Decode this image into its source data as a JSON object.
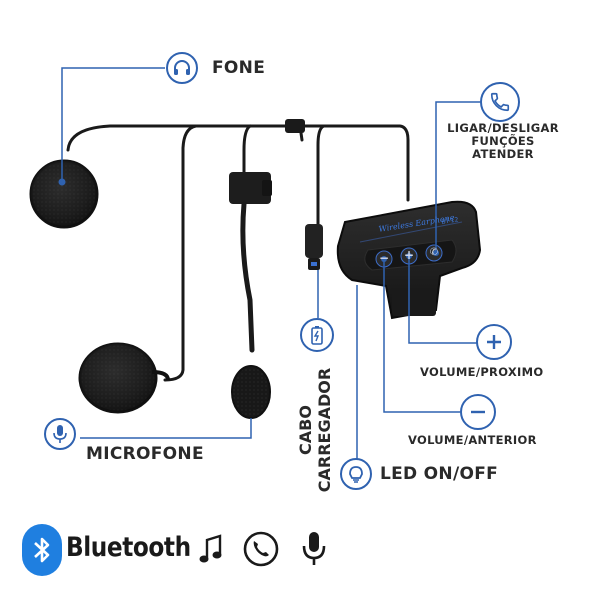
{
  "labels": {
    "fone": "FONE",
    "ligar_line1": "LIGAR/DESLIGAR",
    "ligar_line2": "FUNÇÕES",
    "ligar_line3": "ATENDER",
    "volume_proximo": "VOLUME/PROXIMO",
    "volume_anterior": "VOLUME/ANTERIOR",
    "microfone": "MICROFONE",
    "cabo_line1": "CABO",
    "cabo_line2": "CARREGADOR",
    "led": "LED ON/OFF"
  },
  "device": {
    "brand_text": "Wireless Earphone",
    "model_text": "BT-12",
    "buttons": [
      "−",
      "+",
      "phone"
    ]
  },
  "footer": {
    "bluetooth": "Bluetooth",
    "icons": [
      "music-icon",
      "phone-icon",
      "microphone-icon"
    ]
  },
  "colors": {
    "accent": "#2f62b0",
    "bluetooth": "#1f7fe0",
    "device": "#1c1c1c"
  }
}
